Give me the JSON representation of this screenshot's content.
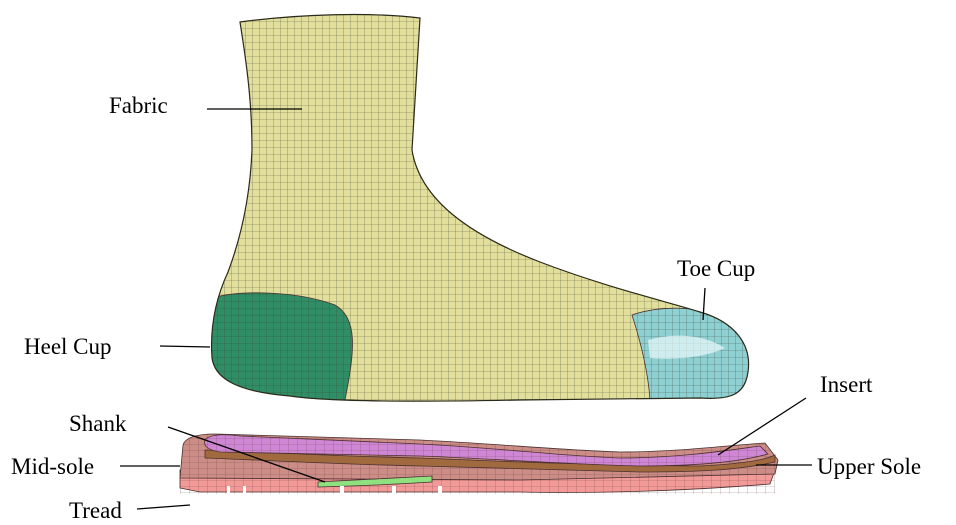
{
  "labels": {
    "fabric": "Fabric",
    "toe_cup": "Toe Cup",
    "heel_cup": "Heel Cup",
    "insert": "Insert",
    "shank": "Shank",
    "mid_sole": "Mid-sole",
    "upper_sole": "Upper Sole",
    "tread": "Tread"
  },
  "colors": {
    "fabric": "#e2df9c",
    "heel_cup": "#2f8e66",
    "toe_cup": "#8fd0d3",
    "insert": "#cf86d4",
    "upper_sole": "#a06a3e",
    "mid_sole": "#cc8d86",
    "shank": "#8fe07f",
    "tread": "#f29a97",
    "mesh": "#3a3a2a"
  }
}
